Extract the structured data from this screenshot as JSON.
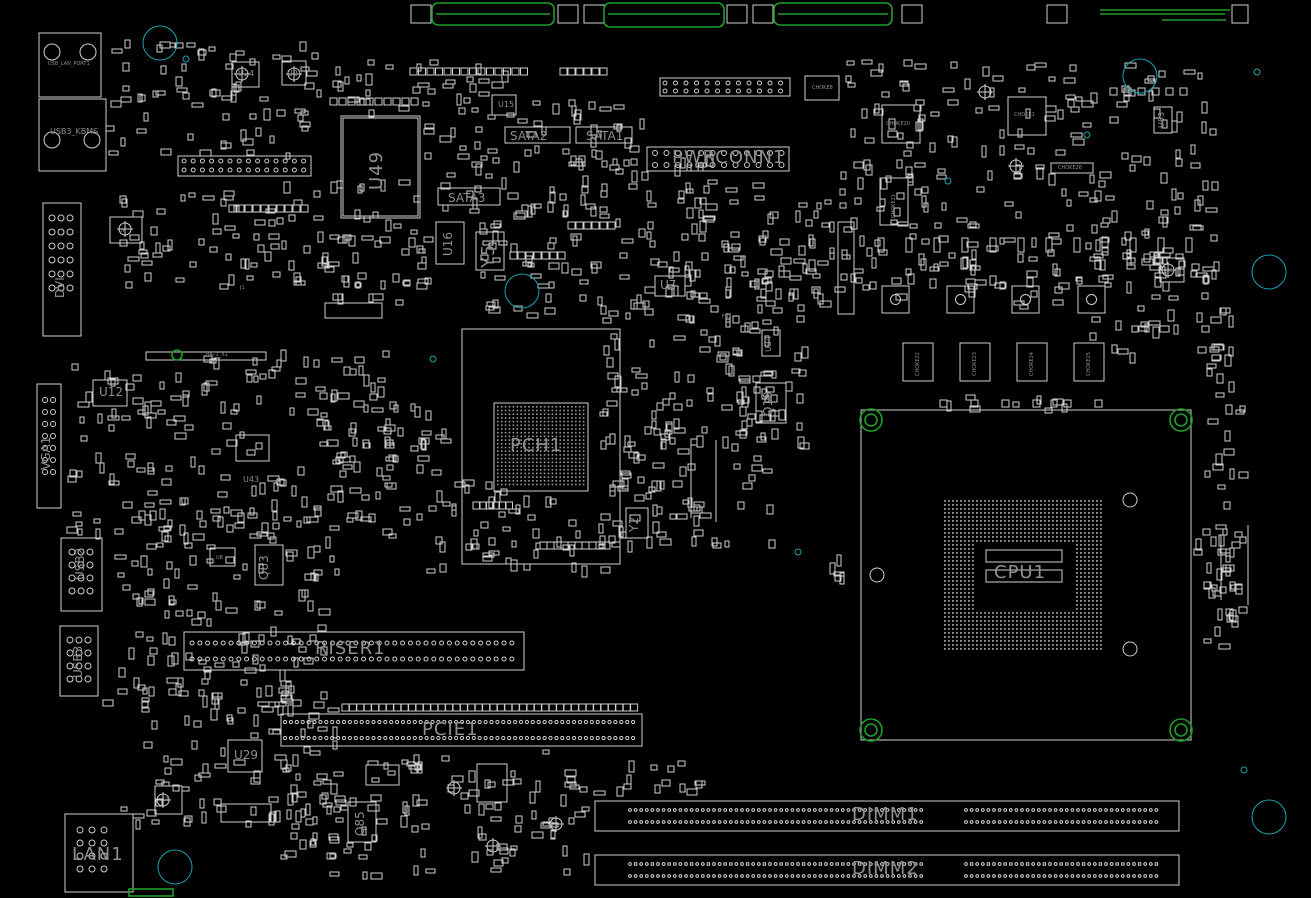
{
  "board": {
    "background": "#000000",
    "outline_color": "#cfcfcf",
    "copper_color": "#1e9e2a",
    "via_color": "#1aa3b0"
  },
  "labels": {
    "usb_lan_top": "USB_LAN_PORT1",
    "usb3_kbms": "USB3_KBMS",
    "dvi": "DVI",
    "vga": "VGA1",
    "usb2": "USB2",
    "usb3": "USB3",
    "lan1": "LAN1",
    "u24": "U24",
    "u2": "U2",
    "u49": "U49",
    "u15": "U15",
    "sata1": "SATA1",
    "sata2": "SATA2",
    "sata3": "SATA3",
    "u16": "U16",
    "y5": "Y5",
    "u7": "U7",
    "pwrconn1": "PWRCONN1",
    "pch1": "PCH1",
    "u12": "U12",
    "u43": "U43",
    "q83": "Q83",
    "riser1": "RISER1",
    "pcie1": "PCIE1",
    "u29": "U29",
    "q85": "Q85",
    "y2": "Y2",
    "q19": "Q19",
    "u34": "U34",
    "u53": "U53",
    "cpu1": "CPU1",
    "dimm1": "DIMM1",
    "dimm2": "DIMM2",
    "bat1": "BAT1_X1",
    "choke1": "CHOKE1",
    "choke8": "CHOKE8",
    "choke20": "CHOKE20",
    "choke21": "CHOKE21",
    "choke22": "CHOKE22",
    "choke23": "CHOKE23",
    "choke24": "CHOKE24",
    "choke25": "CHOKE25",
    "choke26": "CHOKE26",
    "u9": "U9",
    "u5": "U5",
    "u6": "U6",
    "u8": "U8",
    "j1": "J1",
    "fb1": "FB1"
  }
}
